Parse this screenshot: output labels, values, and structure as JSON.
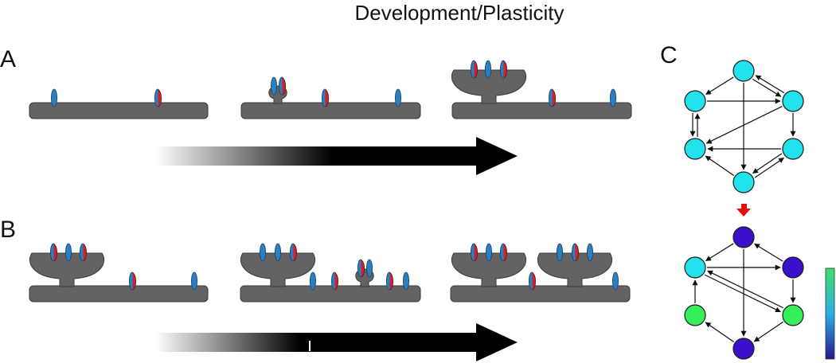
{
  "title": "Development/Plasticity",
  "panels": {
    "a": "A",
    "b": "B",
    "c": "C"
  },
  "colors": {
    "dendrite": "#636363",
    "receptor_blue": "#2a7fc1",
    "receptor_red": "#d0202a",
    "node_cyan": "#22e2ee",
    "node_green": "#35ee5a",
    "node_purple": "#3a10cc",
    "transition_arrow": "#e01010"
  },
  "icons": [
    "gradient-arrow-icon",
    "receptor-icon",
    "dendritic-spine-icon",
    "colorbar"
  ],
  "network_before": [
    "cyan",
    "cyan",
    "cyan",
    "cyan",
    "cyan",
    "cyan"
  ],
  "network_after": [
    "purple",
    "purple",
    "green",
    "purple",
    "green",
    "cyan"
  ]
}
